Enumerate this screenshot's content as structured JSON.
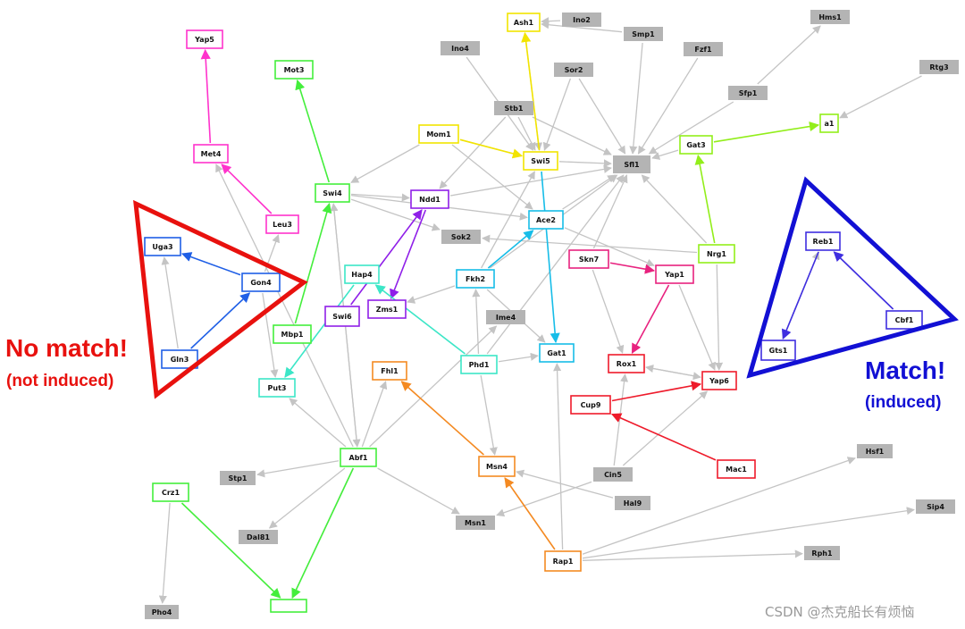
{
  "annotations": {
    "no_match_title": "No match!",
    "no_match_subtitle": "(not induced)",
    "match_title": "Match!",
    "match_subtitle": "(induced)"
  },
  "watermark": "CSDN @杰克船长有烦恼",
  "colors": {
    "gray_node": "#b4b4b4",
    "gray_edge": "#c4c4c4",
    "no_match_triangle": "#e8110e",
    "match_triangle": "#1210d4",
    "yellow": "#f2e400",
    "magenta": "#ff33cc",
    "green": "#44ee3c",
    "purple": "#8f1fe8",
    "cyan": "#17bde8",
    "turquoise": "#3ce6c7",
    "blue": "#1f5fe6",
    "orange": "#f48a22",
    "red": "#ee1b2b",
    "rose": "#e8227f",
    "lime": "#92ee1a",
    "indigo": "#3f2ee0"
  },
  "nodes": [
    {
      "id": "Ash1",
      "label": "Ash1",
      "kind": "outline",
      "color": "#f2e400"
    },
    {
      "id": "Ino2",
      "label": "Ino2",
      "kind": "gray"
    },
    {
      "id": "Hms1",
      "label": "Hms1",
      "kind": "gray"
    },
    {
      "id": "Yap5",
      "label": "Yap5",
      "kind": "outline",
      "color": "#ff33cc"
    },
    {
      "id": "Smp1",
      "label": "Smp1",
      "kind": "gray"
    },
    {
      "id": "Ino4",
      "label": "Ino4",
      "kind": "gray"
    },
    {
      "id": "Fzf1",
      "label": "Fzf1",
      "kind": "gray"
    },
    {
      "id": "Rtg3",
      "label": "Rtg3",
      "kind": "gray"
    },
    {
      "id": "Mot3",
      "label": "Mot3",
      "kind": "outline",
      "color": "#44ee3c"
    },
    {
      "id": "Sor2",
      "label": "Sor2",
      "kind": "gray"
    },
    {
      "id": "Sfp1",
      "label": "Sfp1",
      "kind": "gray"
    },
    {
      "id": "Stb1",
      "label": "Stb1",
      "kind": "gray"
    },
    {
      "id": "A1",
      "label": "a1",
      "kind": "outline",
      "color": "#92ee1a"
    },
    {
      "id": "Mom1",
      "label": "Mom1",
      "kind": "outline",
      "color": "#f2e400"
    },
    {
      "id": "Met4",
      "label": "Met4",
      "kind": "outline",
      "color": "#ff33cc"
    },
    {
      "id": "Gat3",
      "label": "Gat3",
      "kind": "outline",
      "color": "#92ee1a"
    },
    {
      "id": "Swi5",
      "label": "Swi5",
      "kind": "outline",
      "color": "#f2e400"
    },
    {
      "id": "Sfl1",
      "label": "Sfl1",
      "kind": "gray"
    },
    {
      "id": "Swi4",
      "label": "Swi4",
      "kind": "outline",
      "color": "#44ee3c"
    },
    {
      "id": "Ndd1",
      "label": "Ndd1",
      "kind": "outline",
      "color": "#8f1fe8"
    },
    {
      "id": "Ace2",
      "label": "Ace2",
      "kind": "outline",
      "color": "#17bde8"
    },
    {
      "id": "Leu3",
      "label": "Leu3",
      "kind": "outline",
      "color": "#ff33cc"
    },
    {
      "id": "Reb1",
      "label": "Reb1",
      "kind": "outline",
      "color": "#3f2ee0"
    },
    {
      "id": "Sok2",
      "label": "Sok2",
      "kind": "gray"
    },
    {
      "id": "Uga3",
      "label": "Uga3",
      "kind": "outline",
      "color": "#1f5fe6"
    },
    {
      "id": "Nrg1",
      "label": "Nrg1",
      "kind": "outline",
      "color": "#92ee1a"
    },
    {
      "id": "Skn7",
      "label": "Skn7",
      "kind": "outline",
      "color": "#e8227f"
    },
    {
      "id": "Hap4",
      "label": "Hap4",
      "kind": "outline",
      "color": "#3ce6c7"
    },
    {
      "id": "Yap1",
      "label": "Yap1",
      "kind": "outline",
      "color": "#e8227f"
    },
    {
      "id": "Gon4",
      "label": "Gon4",
      "kind": "outline",
      "color": "#1f5fe6"
    },
    {
      "id": "Fkh2",
      "label": "Fkh2",
      "kind": "outline",
      "color": "#17bde8"
    },
    {
      "id": "Zms1",
      "label": "Zms1",
      "kind": "outline",
      "color": "#8f1fe8"
    },
    {
      "id": "Swi6",
      "label": "Swi6",
      "kind": "outline",
      "color": "#8f1fe8"
    },
    {
      "id": "Ime4",
      "label": "Ime4",
      "kind": "gray"
    },
    {
      "id": "Cbf1",
      "label": "Cbf1",
      "kind": "outline",
      "color": "#3f2ee0"
    },
    {
      "id": "Mbp1",
      "label": "Mbp1",
      "kind": "outline",
      "color": "#44ee3c"
    },
    {
      "id": "Gts1",
      "label": "Gts1",
      "kind": "outline",
      "color": "#3f2ee0"
    },
    {
      "id": "Gat1",
      "label": "Gat1",
      "kind": "outline",
      "color": "#17bde8"
    },
    {
      "id": "Gln3",
      "label": "Gln3",
      "kind": "outline",
      "color": "#1f5fe6"
    },
    {
      "id": "Rox1",
      "label": "Rox1",
      "kind": "outline",
      "color": "#ee1b2b"
    },
    {
      "id": "Phd1",
      "label": "Phd1",
      "kind": "outline",
      "color": "#3ce6c7"
    },
    {
      "id": "Fhl1",
      "label": "Fhl1",
      "kind": "outline",
      "color": "#f48a22"
    },
    {
      "id": "Yap6",
      "label": "Yap6",
      "kind": "outline",
      "color": "#ee1b2b"
    },
    {
      "id": "Put3",
      "label": "Put3",
      "kind": "outline",
      "color": "#3ce6c7"
    },
    {
      "id": "Cup9",
      "label": "Cup9",
      "kind": "outline",
      "color": "#ee1b2b"
    },
    {
      "id": "Hsf1",
      "label": "Hsf1",
      "kind": "gray"
    },
    {
      "id": "Abf1",
      "label": "Abf1",
      "kind": "outline",
      "color": "#44ee3c"
    },
    {
      "id": "Mac1",
      "label": "Mac1",
      "kind": "outline",
      "color": "#ee1b2b"
    },
    {
      "id": "Msn4",
      "label": "Msn4",
      "kind": "outline",
      "color": "#f48a22"
    },
    {
      "id": "Stp1",
      "label": "Stp1",
      "kind": "gray"
    },
    {
      "id": "Cin5",
      "label": "Cin5",
      "kind": "gray"
    },
    {
      "id": "Crz1",
      "label": "Crz1",
      "kind": "outline",
      "color": "#44ee3c"
    },
    {
      "id": "Hal9",
      "label": "Hal9",
      "kind": "gray"
    },
    {
      "id": "Sip4",
      "label": "Sip4",
      "kind": "gray"
    },
    {
      "id": "Msn1",
      "label": "Msn1",
      "kind": "gray"
    },
    {
      "id": "Dal81",
      "label": "Dal81",
      "kind": "gray"
    },
    {
      "id": "Rph1",
      "label": "Rph1",
      "kind": "gray"
    },
    {
      "id": "Rap1",
      "label": "Rap1",
      "kind": "outline",
      "color": "#f48a22"
    },
    {
      "id": "Pho4",
      "label": "Pho4",
      "kind": "gray"
    },
    {
      "id": "Bottom",
      "label": "",
      "kind": "outline",
      "color": "#44ee3c"
    }
  ],
  "edges": [
    {
      "from": "Ino2",
      "to": "Ash1"
    },
    {
      "from": "Smp1",
      "to": "Ash1"
    },
    {
      "from": "Smp1",
      "to": "Sfl1"
    },
    {
      "from": "Ino4",
      "to": "Swi5"
    },
    {
      "from": "Sor2",
      "to": "Swi5"
    },
    {
      "from": "Sor2",
      "to": "Sfl1"
    },
    {
      "from": "Stb1",
      "to": "Swi5"
    },
    {
      "from": "Stb1",
      "to": "Sfl1"
    },
    {
      "from": "Stb1",
      "to": "Ndd1"
    },
    {
      "from": "Fzf1",
      "to": "Sfl1"
    },
    {
      "from": "Sfp1",
      "to": "Sfl1"
    },
    {
      "from": "Sfp1",
      "to": "Hms1"
    },
    {
      "from": "Rtg3",
      "to": "A1"
    },
    {
      "from": "Mom1",
      "to": "Swi4"
    },
    {
      "from": "Mom1",
      "to": "Swi5"
    },
    {
      "from": "Mom1",
      "to": "Ace2"
    },
    {
      "from": "Swi5",
      "to": "Sfl1"
    },
    {
      "from": "Gat3",
      "to": "Sfl1"
    },
    {
      "from": "Swi4",
      "to": "Ndd1"
    },
    {
      "from": "Swi4",
      "to": "Sok2"
    },
    {
      "from": "Swi4",
      "to": "Abf1"
    },
    {
      "from": "Swi4",
      "to": "Ace2"
    },
    {
      "from": "Ace2",
      "to": "Sfl1"
    },
    {
      "from": "Ace2",
      "to": "Yap1"
    },
    {
      "from": "Ndd1",
      "to": "Sfl1"
    },
    {
      "from": "Nrg1",
      "to": "Sok2"
    },
    {
      "from": "Nrg1",
      "to": "Sfl1"
    },
    {
      "from": "Nrg1",
      "to": "Yap6"
    },
    {
      "from": "Skn7",
      "to": "Rox1"
    },
    {
      "from": "Skn7",
      "to": "Sfl1"
    },
    {
      "from": "Fkh2",
      "to": "Zms1"
    },
    {
      "from": "Fkh2",
      "to": "Sfl1"
    },
    {
      "from": "Fkh2",
      "to": "Gat1"
    },
    {
      "from": "Fkh2",
      "to": "Swi5"
    },
    {
      "from": "Gon4",
      "to": "Leu3"
    },
    {
      "from": "Gon4",
      "to": "Put3"
    },
    {
      "from": "Gln3",
      "to": "Uga3"
    },
    {
      "from": "Abf1",
      "to": "Met4"
    },
    {
      "from": "Abf1",
      "to": "Swi4"
    },
    {
      "from": "Abf1",
      "to": "Stp1"
    },
    {
      "from": "Abf1",
      "to": "Dal81"
    },
    {
      "from": "Abf1",
      "to": "Msn1"
    },
    {
      "from": "Abf1",
      "to": "Ime4"
    },
    {
      "from": "Abf1",
      "to": "Fhl1"
    },
    {
      "from": "Abf1",
      "to": "Put3"
    },
    {
      "from": "Abf1",
      "to": "Bottom"
    },
    {
      "from": "Phd1",
      "to": "Gat1"
    },
    {
      "from": "Phd1",
      "to": "Msn4"
    },
    {
      "from": "Phd1",
      "to": "Fkh2"
    },
    {
      "from": "Phd1",
      "to": "Sfl1"
    },
    {
      "from": "Rox1",
      "to": "Yap6"
    },
    {
      "from": "Yap6",
      "to": "Rox1"
    },
    {
      "from": "Yap1",
      "to": "Yap6"
    },
    {
      "from": "Cin5",
      "to": "Rox1"
    },
    {
      "from": "Cin5",
      "to": "Yap6"
    },
    {
      "from": "Cin5",
      "to": "Msn1"
    },
    {
      "from": "Hal9",
      "to": "Msn4"
    },
    {
      "from": "Rap1",
      "to": "Gat1"
    },
    {
      "from": "Rap1",
      "to": "Hsf1"
    },
    {
      "from": "Rap1",
      "to": "Sip4"
    },
    {
      "from": "Rap1",
      "to": "Rph1"
    },
    {
      "from": "Crz1",
      "to": "Pho4"
    },
    {
      "from": "Reb1",
      "to": "Gts1"
    },
    {
      "from": "Cbf1",
      "to": "Reb1"
    },
    {
      "from": "Gts1",
      "to": "Reb1"
    },
    {
      "from": "Ash1",
      "to": "Swi5"
    },
    {
      "from": "Swi5",
      "to": "Gat1",
      "color": "#17bde8"
    },
    {
      "from": "Mom1",
      "to": "Swi5",
      "color": "#f2e400"
    },
    {
      "from": "Swi5",
      "to": "Ash1",
      "color": "#f2e400"
    },
    {
      "from": "Met4",
      "to": "Yap5",
      "color": "#ff33cc"
    },
    {
      "from": "Leu3",
      "to": "Met4",
      "color": "#ff33cc"
    },
    {
      "from": "Swi4",
      "to": "Mot3",
      "color": "#44ee3c"
    },
    {
      "from": "Mbp1",
      "to": "Swi4",
      "color": "#44ee3c"
    },
    {
      "from": "Swi6",
      "to": "Ndd1",
      "color": "#8f1fe8"
    },
    {
      "from": "Ndd1",
      "to": "Zms1",
      "color": "#8f1fe8"
    },
    {
      "from": "Fkh2",
      "to": "Ace2",
      "color": "#17bde8"
    },
    {
      "from": "Hap4",
      "to": "Put3",
      "color": "#3ce6c7"
    },
    {
      "from": "Phd1",
      "to": "Hap4",
      "color": "#3ce6c7"
    },
    {
      "from": "Gon4",
      "to": "Uga3",
      "color": "#1f5fe6"
    },
    {
      "from": "Gln3",
      "to": "Gon4",
      "color": "#1f5fe6"
    },
    {
      "from": "Rap1",
      "to": "Msn4",
      "color": "#f48a22"
    },
    {
      "from": "Msn4",
      "to": "Fhl1",
      "color": "#f48a22"
    },
    {
      "from": "Cup9",
      "to": "Yap6",
      "color": "#ee1b2b"
    },
    {
      "from": "Mac1",
      "to": "Cup9",
      "color": "#ee1b2b"
    },
    {
      "from": "Skn7",
      "to": "Yap1",
      "color": "#e8227f"
    },
    {
      "from": "Yap1",
      "to": "Rox1",
      "color": "#e8227f"
    },
    {
      "from": "Nrg1",
      "to": "Gat3",
      "color": "#92ee1a"
    },
    {
      "from": "Gat3",
      "to": "A1",
      "color": "#92ee1a"
    },
    {
      "from": "Crz1",
      "to": "Bottom",
      "color": "#44ee3c"
    },
    {
      "from": "Abf1",
      "to": "Bottom",
      "color": "#44ee3c"
    },
    {
      "from": "Reb1",
      "to": "Gts1",
      "color": "#3f2ee0"
    },
    {
      "from": "Cbf1",
      "to": "Reb1",
      "color": "#3f2ee0"
    }
  ]
}
